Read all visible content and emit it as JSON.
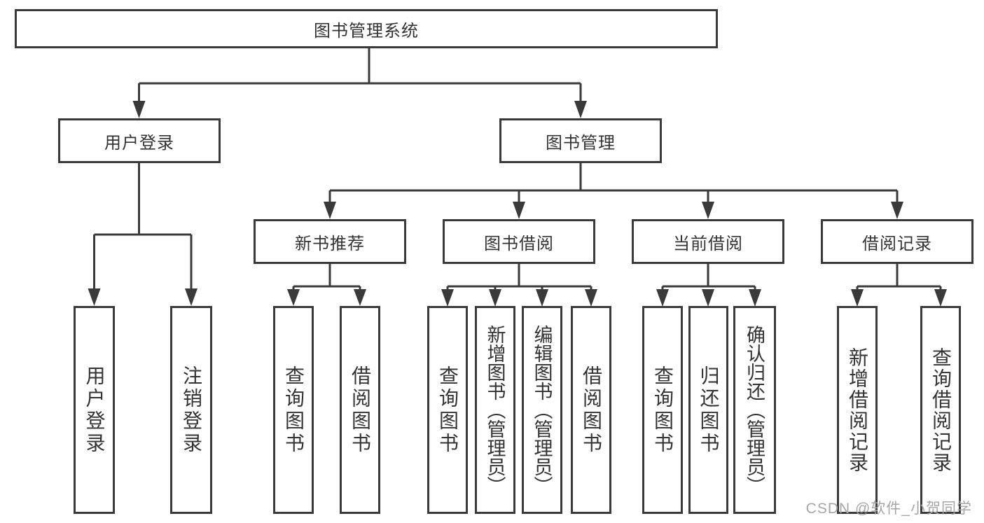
{
  "watermark": "CSDN @软件_小贺同学",
  "colors": {
    "line": "#3a3a3a",
    "box_border": "#3a3a3a",
    "text": "#333333",
    "watermark": "#a6a6a6",
    "background": "#ffffff"
  },
  "tree": {
    "root": "图书管理系统",
    "login": {
      "label": "用户登录",
      "leaves": [
        "用户登录",
        "注销登录"
      ]
    },
    "management": {
      "label": "图书管理",
      "sections": [
        {
          "label": "新书推荐",
          "leaves": [
            "查询图书",
            "借阅图书"
          ]
        },
        {
          "label": "图书借阅",
          "leaves": [
            "查询图书",
            "新增图书（管理员）",
            "编辑图书（管理员）",
            "借阅图书"
          ]
        },
        {
          "label": "当前借阅",
          "leaves": [
            "查询图书",
            "归还图书",
            "确认归还（管理员）"
          ]
        },
        {
          "label": "借阅记录",
          "leaves": [
            "新增借阅记录",
            "查询借阅记录"
          ]
        }
      ]
    }
  }
}
